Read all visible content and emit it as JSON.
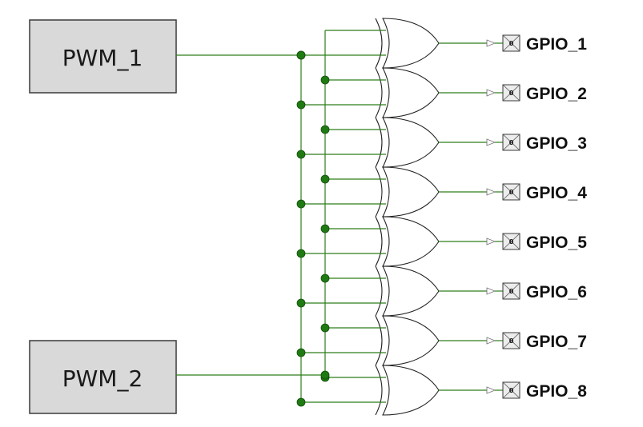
{
  "blocks": {
    "pwm1": {
      "label": "PWM_1"
    },
    "pwm2": {
      "label": "PWM_2"
    }
  },
  "outputs": [
    {
      "label": "GPIO_1",
      "value": "0"
    },
    {
      "label": "GPIO_2",
      "value": "0"
    },
    {
      "label": "GPIO_3",
      "value": "0"
    },
    {
      "label": "GPIO_4",
      "value": "0"
    },
    {
      "label": "GPIO_5",
      "value": "0"
    },
    {
      "label": "GPIO_6",
      "value": "0"
    },
    {
      "label": "GPIO_7",
      "value": "0"
    },
    {
      "label": "GPIO_8",
      "value": "0"
    }
  ],
  "gate_type": "XOR",
  "colors": {
    "wire": "#2e7d1a",
    "junction": "#1f7a12",
    "block_fill": "#d9d9d9"
  }
}
